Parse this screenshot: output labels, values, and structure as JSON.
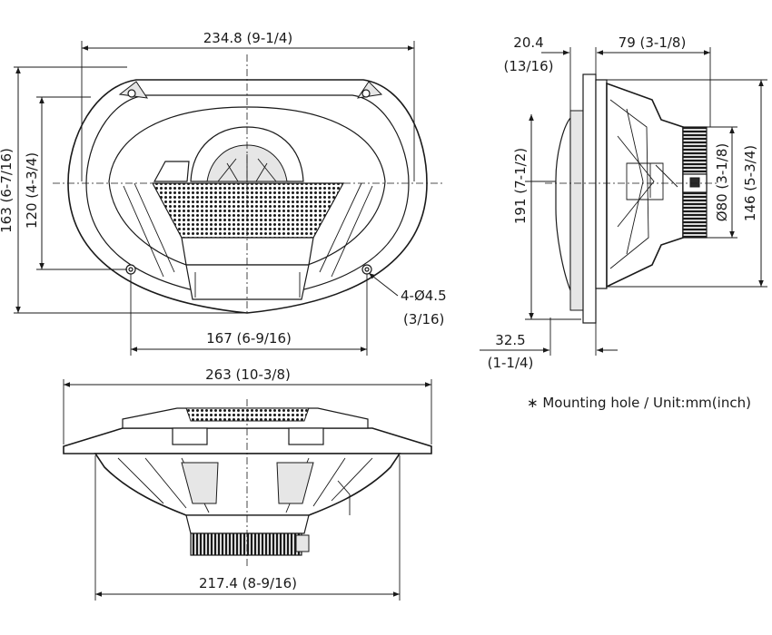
{
  "front_view": {
    "width_top": "234.8 (9-1/4)",
    "height_outer": "163 (6-7/16)",
    "height_inner": "120 (4-3/4)",
    "hole_spacing": "167 (6-9/16)",
    "hole_spec": "4-Ø4.5",
    "hole_spec_inch": "(3/16)"
  },
  "side_view": {
    "flange_depth": "20.4",
    "flange_depth_inch": "(13/16)",
    "mount_depth": "79 (3-1/8)",
    "height_191": "191 (7-1/2)",
    "magnet_dia": "Ø80 (3-1/8)",
    "height_146": "146 (5-3/4)",
    "grille_depth": "32.5",
    "grille_depth_inch": "(1-1/4)"
  },
  "bottom_view": {
    "width_overall": "263 (10-3/8)",
    "width_cutout": "217.4 (8-9/16)"
  },
  "note": "∗ Mounting hole / Unit:mm(inch)"
}
